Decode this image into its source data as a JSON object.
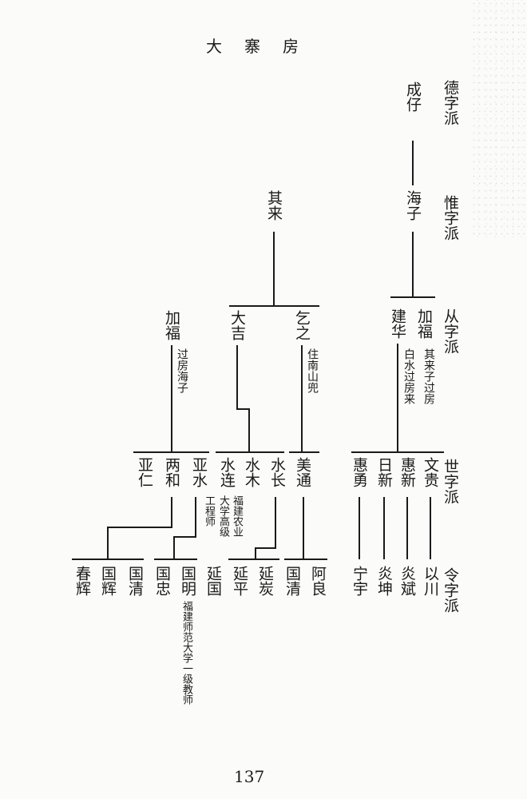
{
  "title": "大寨房",
  "page_number": "137",
  "generations": [
    "德字派",
    "惟字派",
    "从字派",
    "世字派",
    "令字派"
  ],
  "people": {
    "chengzai": "成仔",
    "haizi": "海子",
    "qilai": "其来",
    "jianhua": "建华",
    "jiafu_r": "加福",
    "jiafu_l": "加福",
    "daji": "大吉",
    "qizhi": "乞之",
    "yaren": "亚仁",
    "lianghe": "两和",
    "yashui": "亚水",
    "shuilian": "水连",
    "shuimu": "水木",
    "shuichang": "水长",
    "meitong": "美通",
    "huiyong": "惠勇",
    "rixin": "日新",
    "huixin": "惠新",
    "wengui": "文贵",
    "chunhui": "春辉",
    "guohui": "国辉",
    "guoqing1": "国清",
    "guozhong": "国忠",
    "guoming": "国明",
    "yanguo": "延国",
    "yanping": "延平",
    "yantan": "延炭",
    "guoqing2": "国清",
    "aliang": "阿良",
    "ningyu": "宁宇",
    "yankun": "炎坤",
    "yanbin": "炎斌",
    "yichuan": "以川"
  },
  "notes": {
    "guofang_haizi": "过房海子",
    "zhu_nanshandou": "住南山兜",
    "baishui_guofanglai": "白水过房来",
    "qilaizi_guofang": "其来子过房",
    "fujian_nongye": "福建农业",
    "daxue_gaoji": "大学高级",
    "gongchengshi": "工程师",
    "guoming_note": "福建师范大学一级教师"
  }
}
